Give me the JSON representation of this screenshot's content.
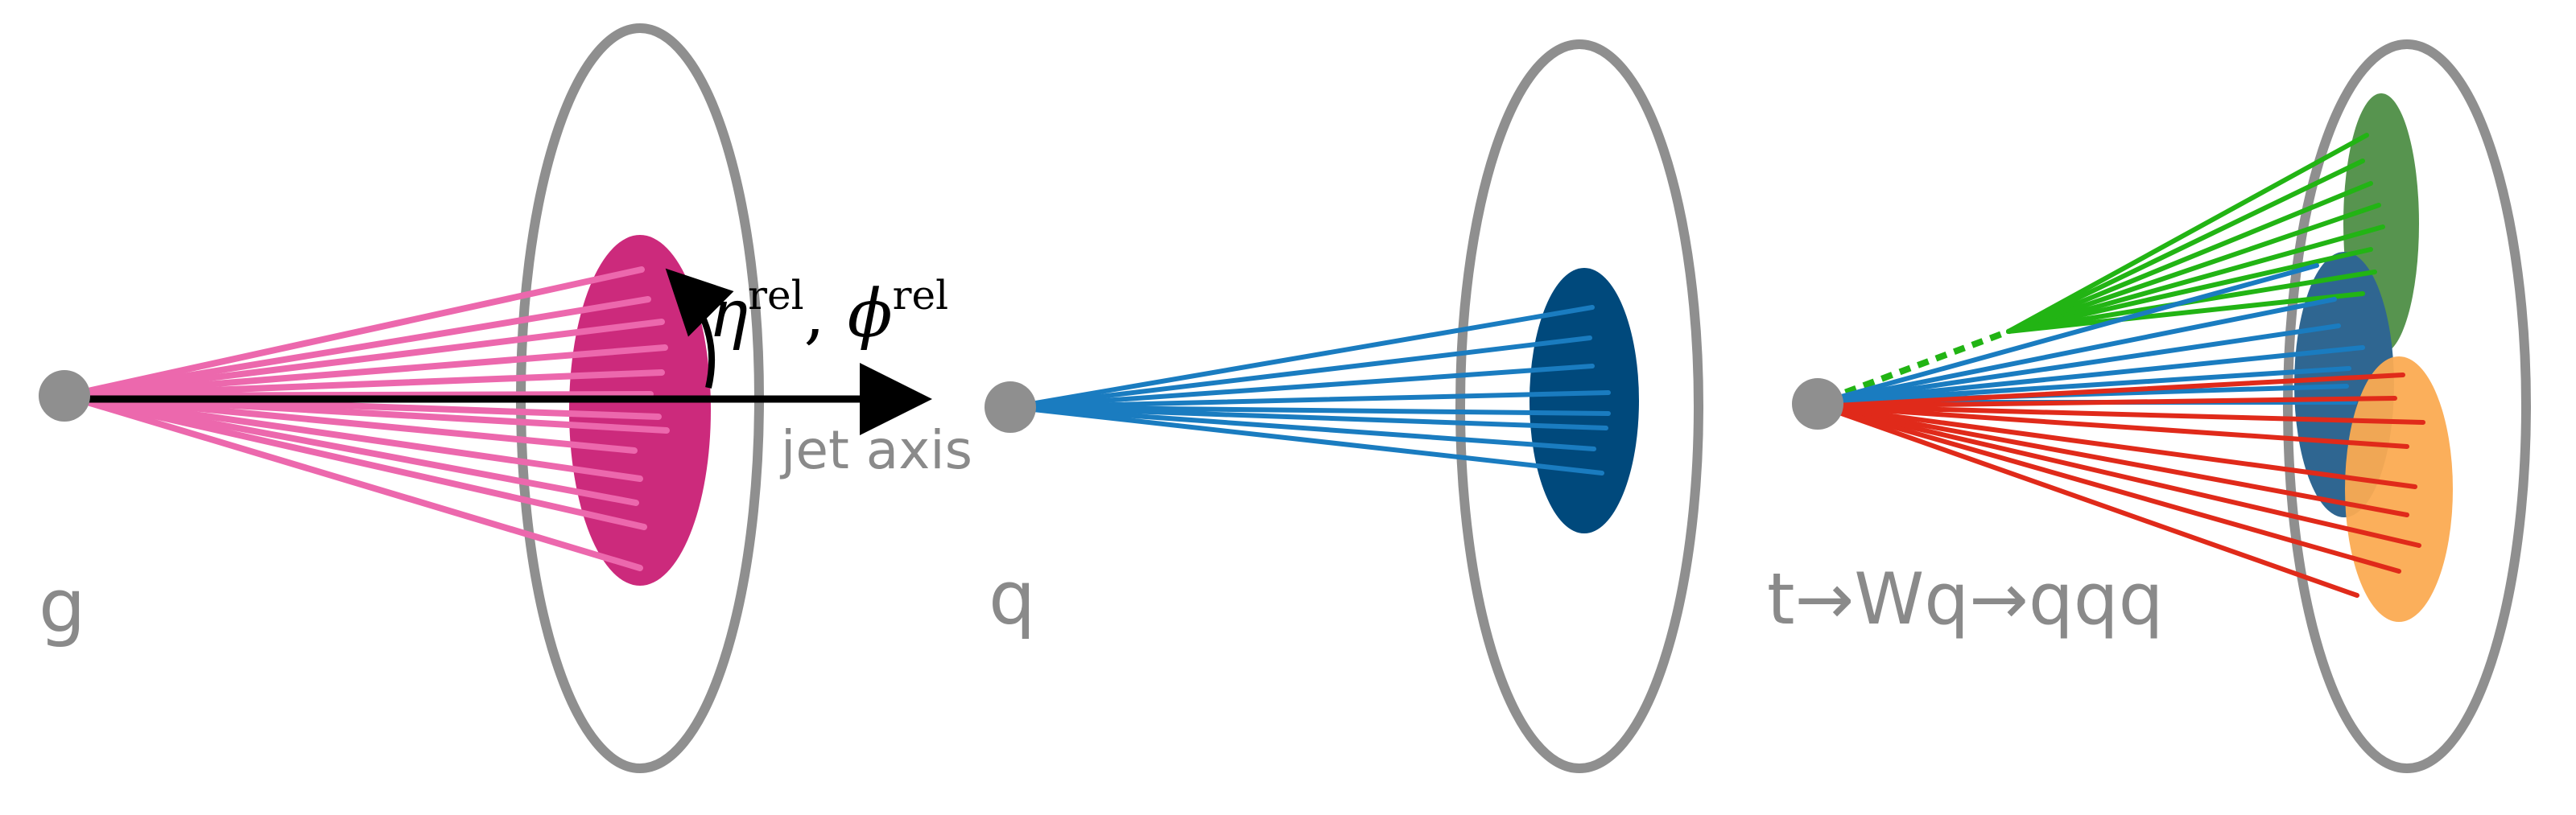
{
  "colors": {
    "ring": "#8f8f8f",
    "dot": "#8f8f8f",
    "label_gray": "#8a8a8a",
    "axis_black": "#000000",
    "gluon_fill": "#cc2a7c",
    "gluon_lines": "#ec68ad",
    "quark_fill": "#00497c",
    "quark_lines": "#1a7cc0",
    "top_green_fill": "#57944f",
    "top_green_lines": "#22b414",
    "top_blue_fill": "#2f6691",
    "top_blue_lines": "#1a7cc0",
    "top_orange_fill": "#fbab52",
    "top_red_lines": "#e02a1a"
  },
  "panels": {
    "gluon": {
      "label": "g",
      "coord_eta_symbol": "η",
      "coord_phi_symbol": "ϕ",
      "coord_superscript": "rel",
      "coord_separator": ",",
      "axis_label": "jet axis"
    },
    "quark": {
      "label": "q"
    },
    "top": {
      "label": "t→Wq→qqq"
    }
  }
}
